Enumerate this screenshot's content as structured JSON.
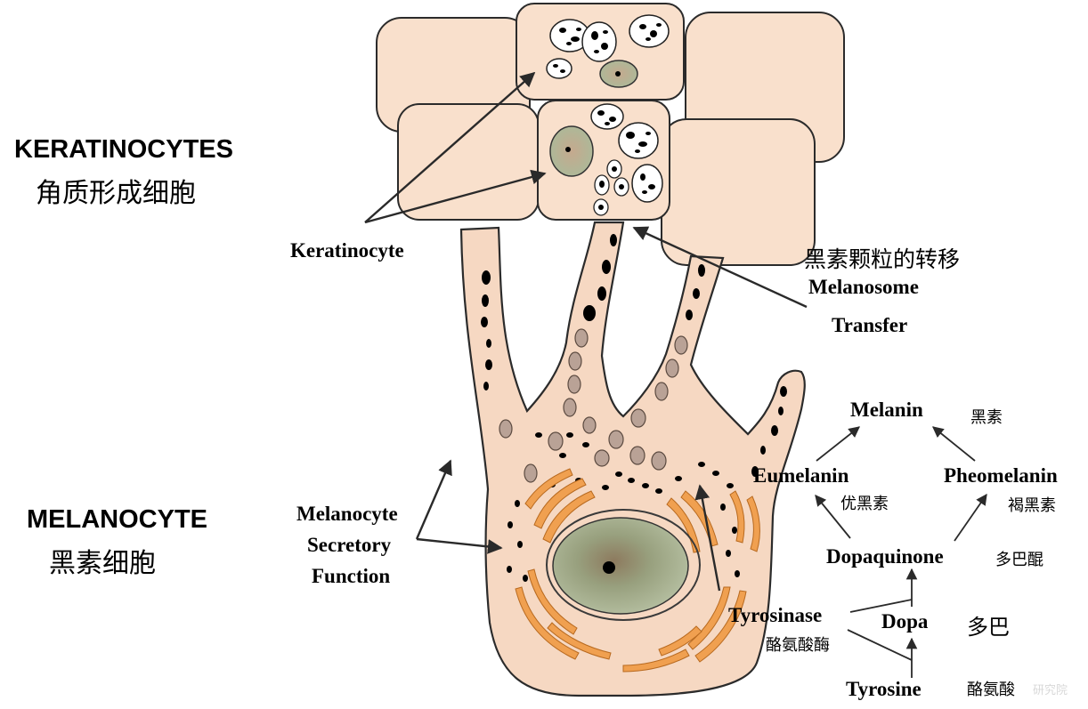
{
  "headings": {
    "keratinocytes_en": "KERATINOCYTES",
    "keratinocytes_cn": "角质形成细胞",
    "melanocyte_en": "MELANOCYTE",
    "melanocyte_cn": "黑素细胞"
  },
  "labels": {
    "keratinocyte": "Keratinocyte",
    "transfer_cn": "黑素颗粒的转移",
    "melanosome": "Melanosome",
    "transfer": "Transfer",
    "secretory_line1": "Melanocyte",
    "secretory_line2": "Secretory",
    "secretory_line3": "Function"
  },
  "pathway": {
    "melanin": "Melanin",
    "melanin_cn": "黑素",
    "eumelanin": "Eumelanin",
    "eumelanin_cn": "优黑素",
    "pheomelanin": "Pheomelanin",
    "pheomelanin_cn": "褐黑素",
    "dopaquinone": "Dopaquinone",
    "dopaquinone_cn": "多巴醌",
    "tyrosinase": "Tyrosinase",
    "tyrosinase_cn": "酪氨酸酶",
    "dopa": "Dopa",
    "dopa_cn": "多巴",
    "tyrosine": "Tyrosine",
    "tyrosine_cn": "酪氨酸"
  },
  "watermark": "研究院",
  "colors": {
    "cell_fill": "#f9e0cc",
    "melanocyte_fill": "#f6d8c2",
    "nucleus_fill": "#aeb89a",
    "golgi_fill": "#f0a050",
    "vesicle_fill": "#b9a296",
    "granule_fill": "#000000"
  }
}
